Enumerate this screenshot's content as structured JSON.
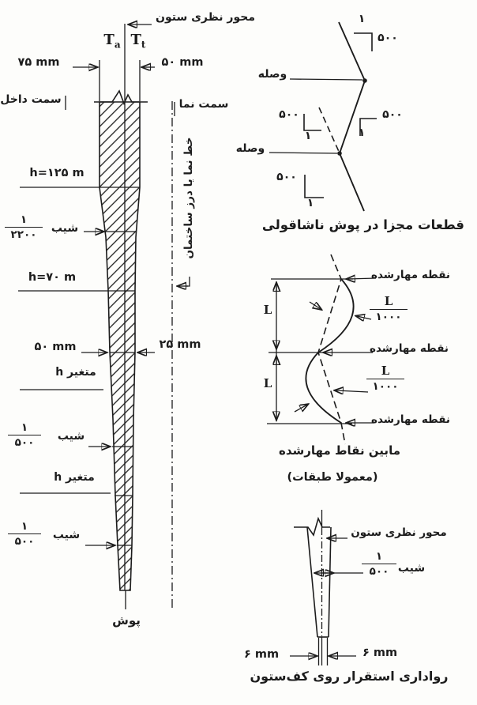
{
  "colors": {
    "ink": "#1c1c1c",
    "paper": "#fdfdfb"
  },
  "main": {
    "axis_label": "محور نظری ستون",
    "t_left": {
      "base": "T",
      "sub": "a"
    },
    "t_right": {
      "base": "T",
      "sub": "t"
    },
    "dim_top_left": "۷۵ mm",
    "dim_top_right": "۵۰ mm",
    "side_inner": "سمت داخل",
    "side_facade": "سمت نما",
    "facade_line": "خط نما یا درز ساختمان",
    "h_125": "h=۱۲۵ m",
    "h_70": "h=۷۰ m",
    "slope_word_2200": "شیب",
    "slope_2200": {
      "num": "۱",
      "den": "۲۲۰۰"
    },
    "dim_mid_left": "۵۰ mm",
    "dim_mid_right": "۲۵ mm",
    "h_var_upper": "متغیر h",
    "slope_word_500_upper": "شیب",
    "slope_500_upper": {
      "num": "۱",
      "den": "۵۰۰"
    },
    "h_var_lower": "متغیر h",
    "slope_word_500_lower": "شیب",
    "slope_500_lower": {
      "num": "۱",
      "den": "۵۰۰"
    },
    "envelope": "پوش"
  },
  "splice": {
    "joint_upper": "وصله",
    "joint_lower": "وصله",
    "slopes": [
      {
        "num": "۱",
        "den": "۵۰۰"
      },
      {
        "num": "۱",
        "den": "۵۰۰"
      },
      {
        "num": "۱",
        "den": "۵۰۰"
      },
      {
        "num": "۱",
        "den": "۵۰۰"
      }
    ],
    "caption": "قطعات مجزا در پوش ناشاقولی"
  },
  "braced": {
    "span_labels": [
      "L",
      "L"
    ],
    "points": [
      "نقطه مهارشده",
      "نقطه مهارشده",
      "نقطه مهارشده"
    ],
    "fracs": [
      {
        "num": "L",
        "den": "۱۰۰۰"
      },
      {
        "num": "L",
        "den": "۱۰۰۰"
      }
    ],
    "caption_line1": "مابین نقاط مهارشده",
    "caption_line2": "(معمولا طبقات)"
  },
  "base": {
    "axis_label": "محور نظری ستون",
    "slope_word": "شیب",
    "slope": {
      "num": "۱",
      "den": "۵۰۰"
    },
    "dim_left": "۶ mm",
    "dim_right": "۶ mm",
    "caption": "رواداری استقرار روی کف‌ستون"
  }
}
